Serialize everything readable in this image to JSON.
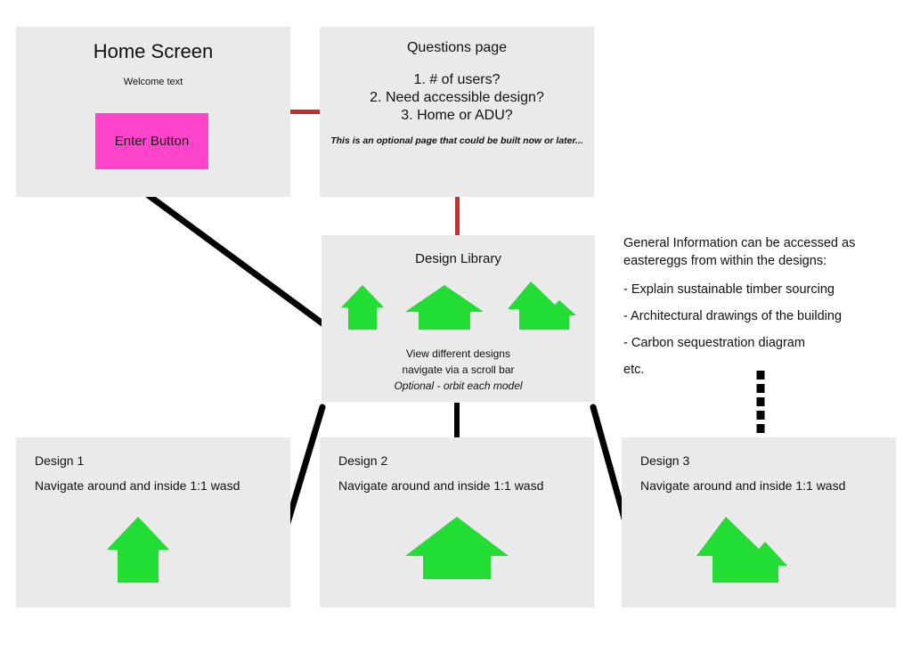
{
  "diagram": {
    "colors": {
      "box_background": "#eaeaea",
      "accent_pink": "#ff44cc",
      "accent_green": "#22dd33",
      "connector_red": "#cc2929",
      "connector_black": "#000000",
      "page_background": "#ffffff"
    }
  },
  "home_screen": {
    "title": "Home Screen",
    "welcome_text": "Welcome text",
    "button_label": "Enter Button"
  },
  "questions_page": {
    "title": "Questions page",
    "questions": [
      "1. # of users?",
      "2. Need accessible design?",
      "3. Home or ADU?"
    ],
    "note": "This is an optional page that could be built now or later..."
  },
  "design_library": {
    "title": "Design Library",
    "caption_lines": [
      "View different designs",
      "navigate via a scroll bar"
    ],
    "caption_italic": "Optional - orbit each model",
    "house_icons": [
      "house-narrow-icon",
      "house-wide-icon",
      "house-double-gable-icon"
    ]
  },
  "designs": [
    {
      "title": "Design 1",
      "subtitle": "Navigate around and inside 1:1 wasd",
      "icon": "house-narrow-icon"
    },
    {
      "title": "Design 2",
      "subtitle": "Navigate around and inside 1:1 wasd",
      "icon": "house-wide-icon"
    },
    {
      "title": "Design 3",
      "subtitle": "Navigate around and inside 1:1 wasd",
      "icon": "house-double-gable-icon"
    }
  ],
  "info_block": {
    "heading_line_1": "General Information can be accessed as",
    "heading_line_2": "eastereggs from within the designs:",
    "items": [
      "- Explain sustainable timber sourcing",
      "- Architectural drawings of the building",
      "-  Carbon sequestration diagram"
    ],
    "etc": "etc."
  }
}
